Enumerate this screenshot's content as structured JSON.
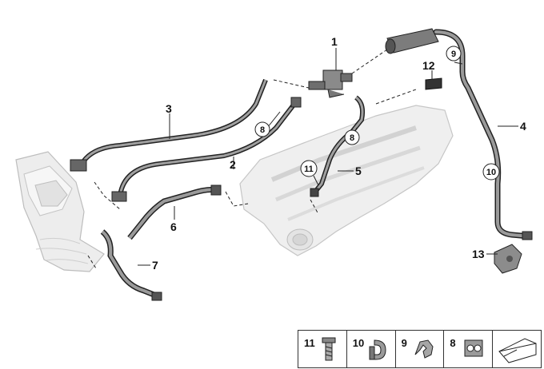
{
  "callouts": {
    "c1": "1",
    "c2": "2",
    "c3": "3",
    "c4": "4",
    "c5": "5",
    "c6": "6",
    "c7": "7",
    "c12": "12",
    "c13": "13"
  },
  "circled_callouts": {
    "c8a": "8",
    "c8b": "8",
    "c9": "9",
    "c10": "10",
    "c11": "11"
  },
  "legend": {
    "items": [
      {
        "label": "11",
        "icon": "bolt-icon"
      },
      {
        "label": "10",
        "icon": "hose-clip-icon"
      },
      {
        "label": "9",
        "icon": "bracket-clip-icon"
      },
      {
        "label": "8",
        "icon": "line-clamp-icon"
      },
      {
        "label": "",
        "icon": "shim-wedge-icon"
      }
    ]
  },
  "colors": {
    "line": "#222222",
    "hose_fill": "#9a9a9a",
    "housing": "#ececec",
    "housing_edge": "#c8c8c8"
  }
}
